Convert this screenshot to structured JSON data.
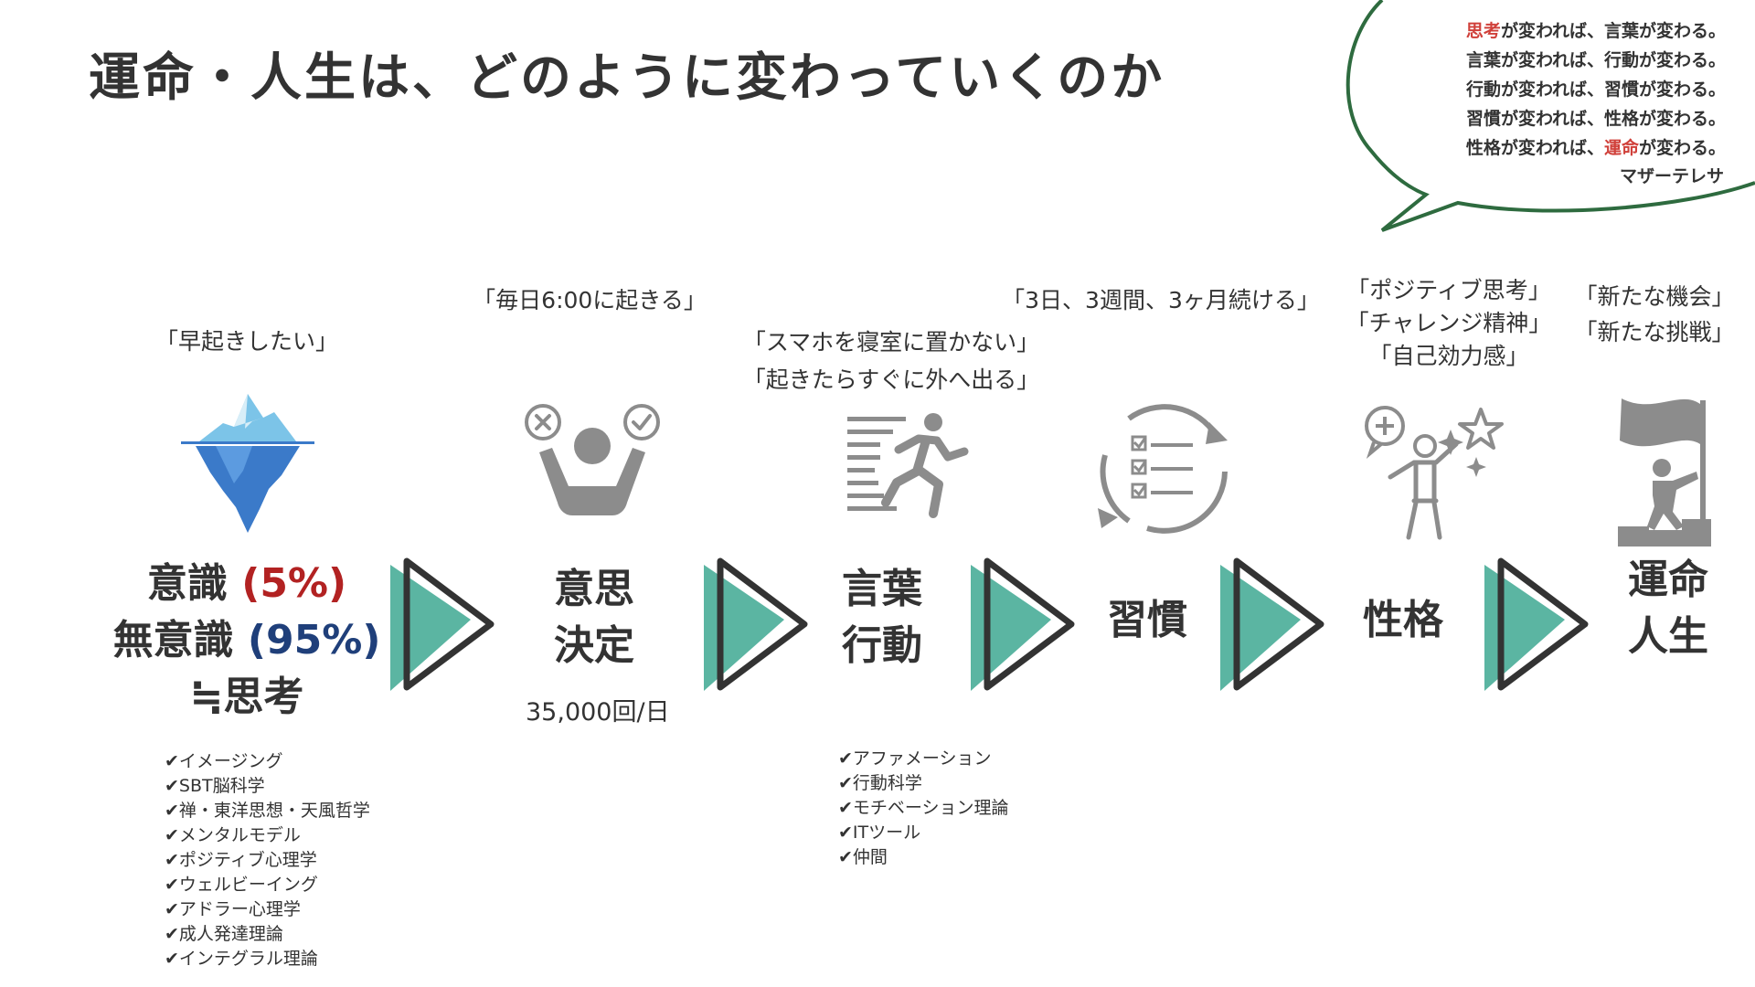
{
  "title": "運命・人生は、どのように変わっていくのか",
  "quote": {
    "lines": [
      {
        "highlight": "思考",
        "rest": "が変われば、言葉が変わる。"
      },
      {
        "prefix": "言葉が変われば、行動が変わる。"
      },
      {
        "prefix": "行動が変われば、習慣が変わる。"
      },
      {
        "prefix": "習慣が変われば、性格が変わる。"
      },
      {
        "prefix": "性格が変われば、",
        "highlight": "運命",
        "rest": "が変わる。"
      }
    ],
    "author": "マザーテレサ"
  },
  "colors": {
    "text": "#333333",
    "accent_red": "#d0403a",
    "percent_red": "#b22222",
    "percent_blue": "#1f3f7a",
    "bubble_border": "#2e6b3f",
    "arrow_fill": "#5bb5a2",
    "arrow_outline": "#333333",
    "icon_gray": "#8c8c8c",
    "iceberg_blue": "#3b7ac9",
    "iceberg_light": "#7cc4e8"
  },
  "stages": {
    "thought": {
      "caption": "「早起きしたい」",
      "line1_label": "意識",
      "line1_pct": "(5%)",
      "line2_label": "無意識",
      "line2_pct": "(95%)",
      "line3": "≒思考",
      "icon": "iceberg-icon",
      "list": [
        "イメージング",
        "SBT脳科学",
        "禅・東洋思想・天風哲学",
        "メンタルモデル",
        "ポジティブ心理学",
        "ウェルビーイング",
        "アドラー心理学",
        "成人発達理論",
        "インテグラル理論"
      ]
    },
    "decision": {
      "caption": "「毎日6:00に起きる」",
      "line1": "意思",
      "line2": "決定",
      "freq": "35,000回/日",
      "icon": "decision-person-icon"
    },
    "words": {
      "caption1": "「スマホを寝室に置かない」",
      "caption2": "「起きたらすぐに外へ出る」",
      "line1": "言葉",
      "line2": "行動",
      "icon": "running-person-icon",
      "list": [
        "アファメーション",
        "行動科学",
        "モチベーション理論",
        "ITツール",
        "仲間"
      ]
    },
    "habit": {
      "caption": "「3日、3週間、3ヶ月続ける」",
      "line1": "習慣",
      "icon": "checklist-cycle-icon"
    },
    "character": {
      "caption1": "「ポジティブ思考」",
      "caption2": "「チャレンジ精神」",
      "caption3": "「自己効力感」",
      "line1": "性格",
      "icon": "person-stars-icon"
    },
    "destiny": {
      "caption1": "「新たな機会」",
      "caption2": "「新たな挑戦」",
      "line1": "運命",
      "line2": "人生",
      "icon": "flag-climber-icon"
    }
  },
  "check_mark": "✔"
}
